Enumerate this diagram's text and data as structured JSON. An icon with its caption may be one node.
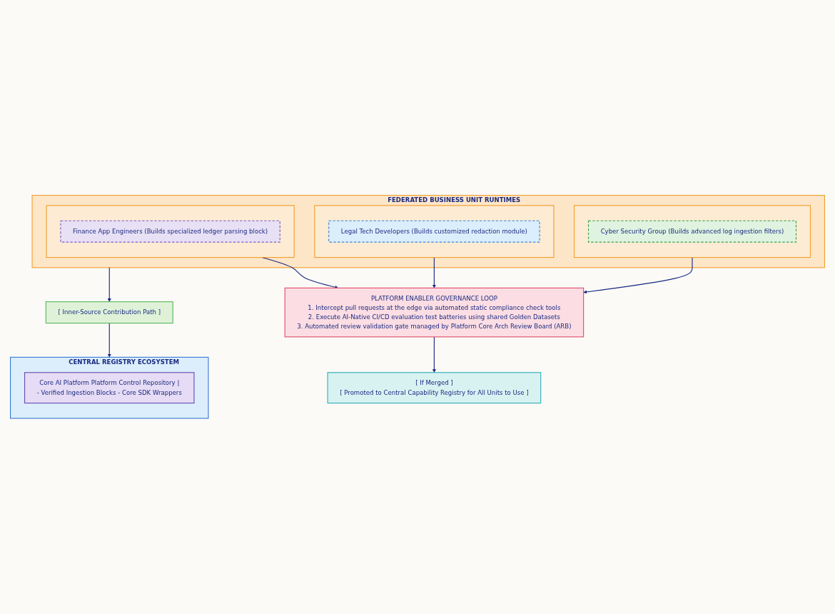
{
  "diagram": {
    "nodes": [
      {
        "text": [
          "CENTRAL REGISTRY ECOSYSTEM"
        ]
      },
      {
        "text": [
          "Core AI Platform Platform Control Repository |",
          "- Verified Ingestion Blocks - Core SDK Wrappers"
        ],
        "in": 0
      },
      {
        "text": [
          "[ Inner-Source Contribution Path ]"
        ]
      },
      {
        "text": [
          "FEDERATED BUSINESS UNIT RUNTIMES"
        ]
      },
      {
        "text": [],
        "shape": "box",
        "in": 3
      },
      {
        "text": [
          "Finance App Engineers (Builds specialized ledger parsing block)"
        ],
        "in": 4
      },
      {
        "text": [],
        "shape": "box",
        "in": 3
      },
      {
        "text": [
          "Legal Tech Developers (Builds customized redaction module)"
        ],
        "in": 6
      },
      {
        "text": [],
        "shape": "box",
        "in": 3
      },
      {
        "text": [
          "Cyber Security Group (Builds advanced log ingestion filters)"
        ],
        "in": 8
      },
      {
        "text": [
          "PLATFORM ENABLER GOVERNANCE LOOP",
          "1. Intercept pull requests at the edge via automated static compliance check tools",
          "2. Execute AI-Native CI/CD evaluation test batteries using shared Golden Datasets",
          "3. Automated review validation gate managed by Platform Core Arch Review Board (ARB)"
        ]
      },
      {
        "text": [
          "[ If Merged ]",
          "[ Promoted to Central Capability Registry for All Units to Use ]"
        ]
      }
    ],
    "edges": [
      {
        "from": 2,
        "to": 0,
        "arrow": "to"
      },
      {
        "from": 3,
        "to": 2,
        "arrow": "to"
      },
      {
        "from": 4,
        "to": 10,
        "arrow": "to"
      },
      {
        "from": 6,
        "to": 10,
        "arrow": "to"
      },
      {
        "from": 8,
        "to": 10,
        "arrow": "to"
      },
      {
        "from": 10,
        "to": 11,
        "arrow": "to"
      }
    ]
  }
}
